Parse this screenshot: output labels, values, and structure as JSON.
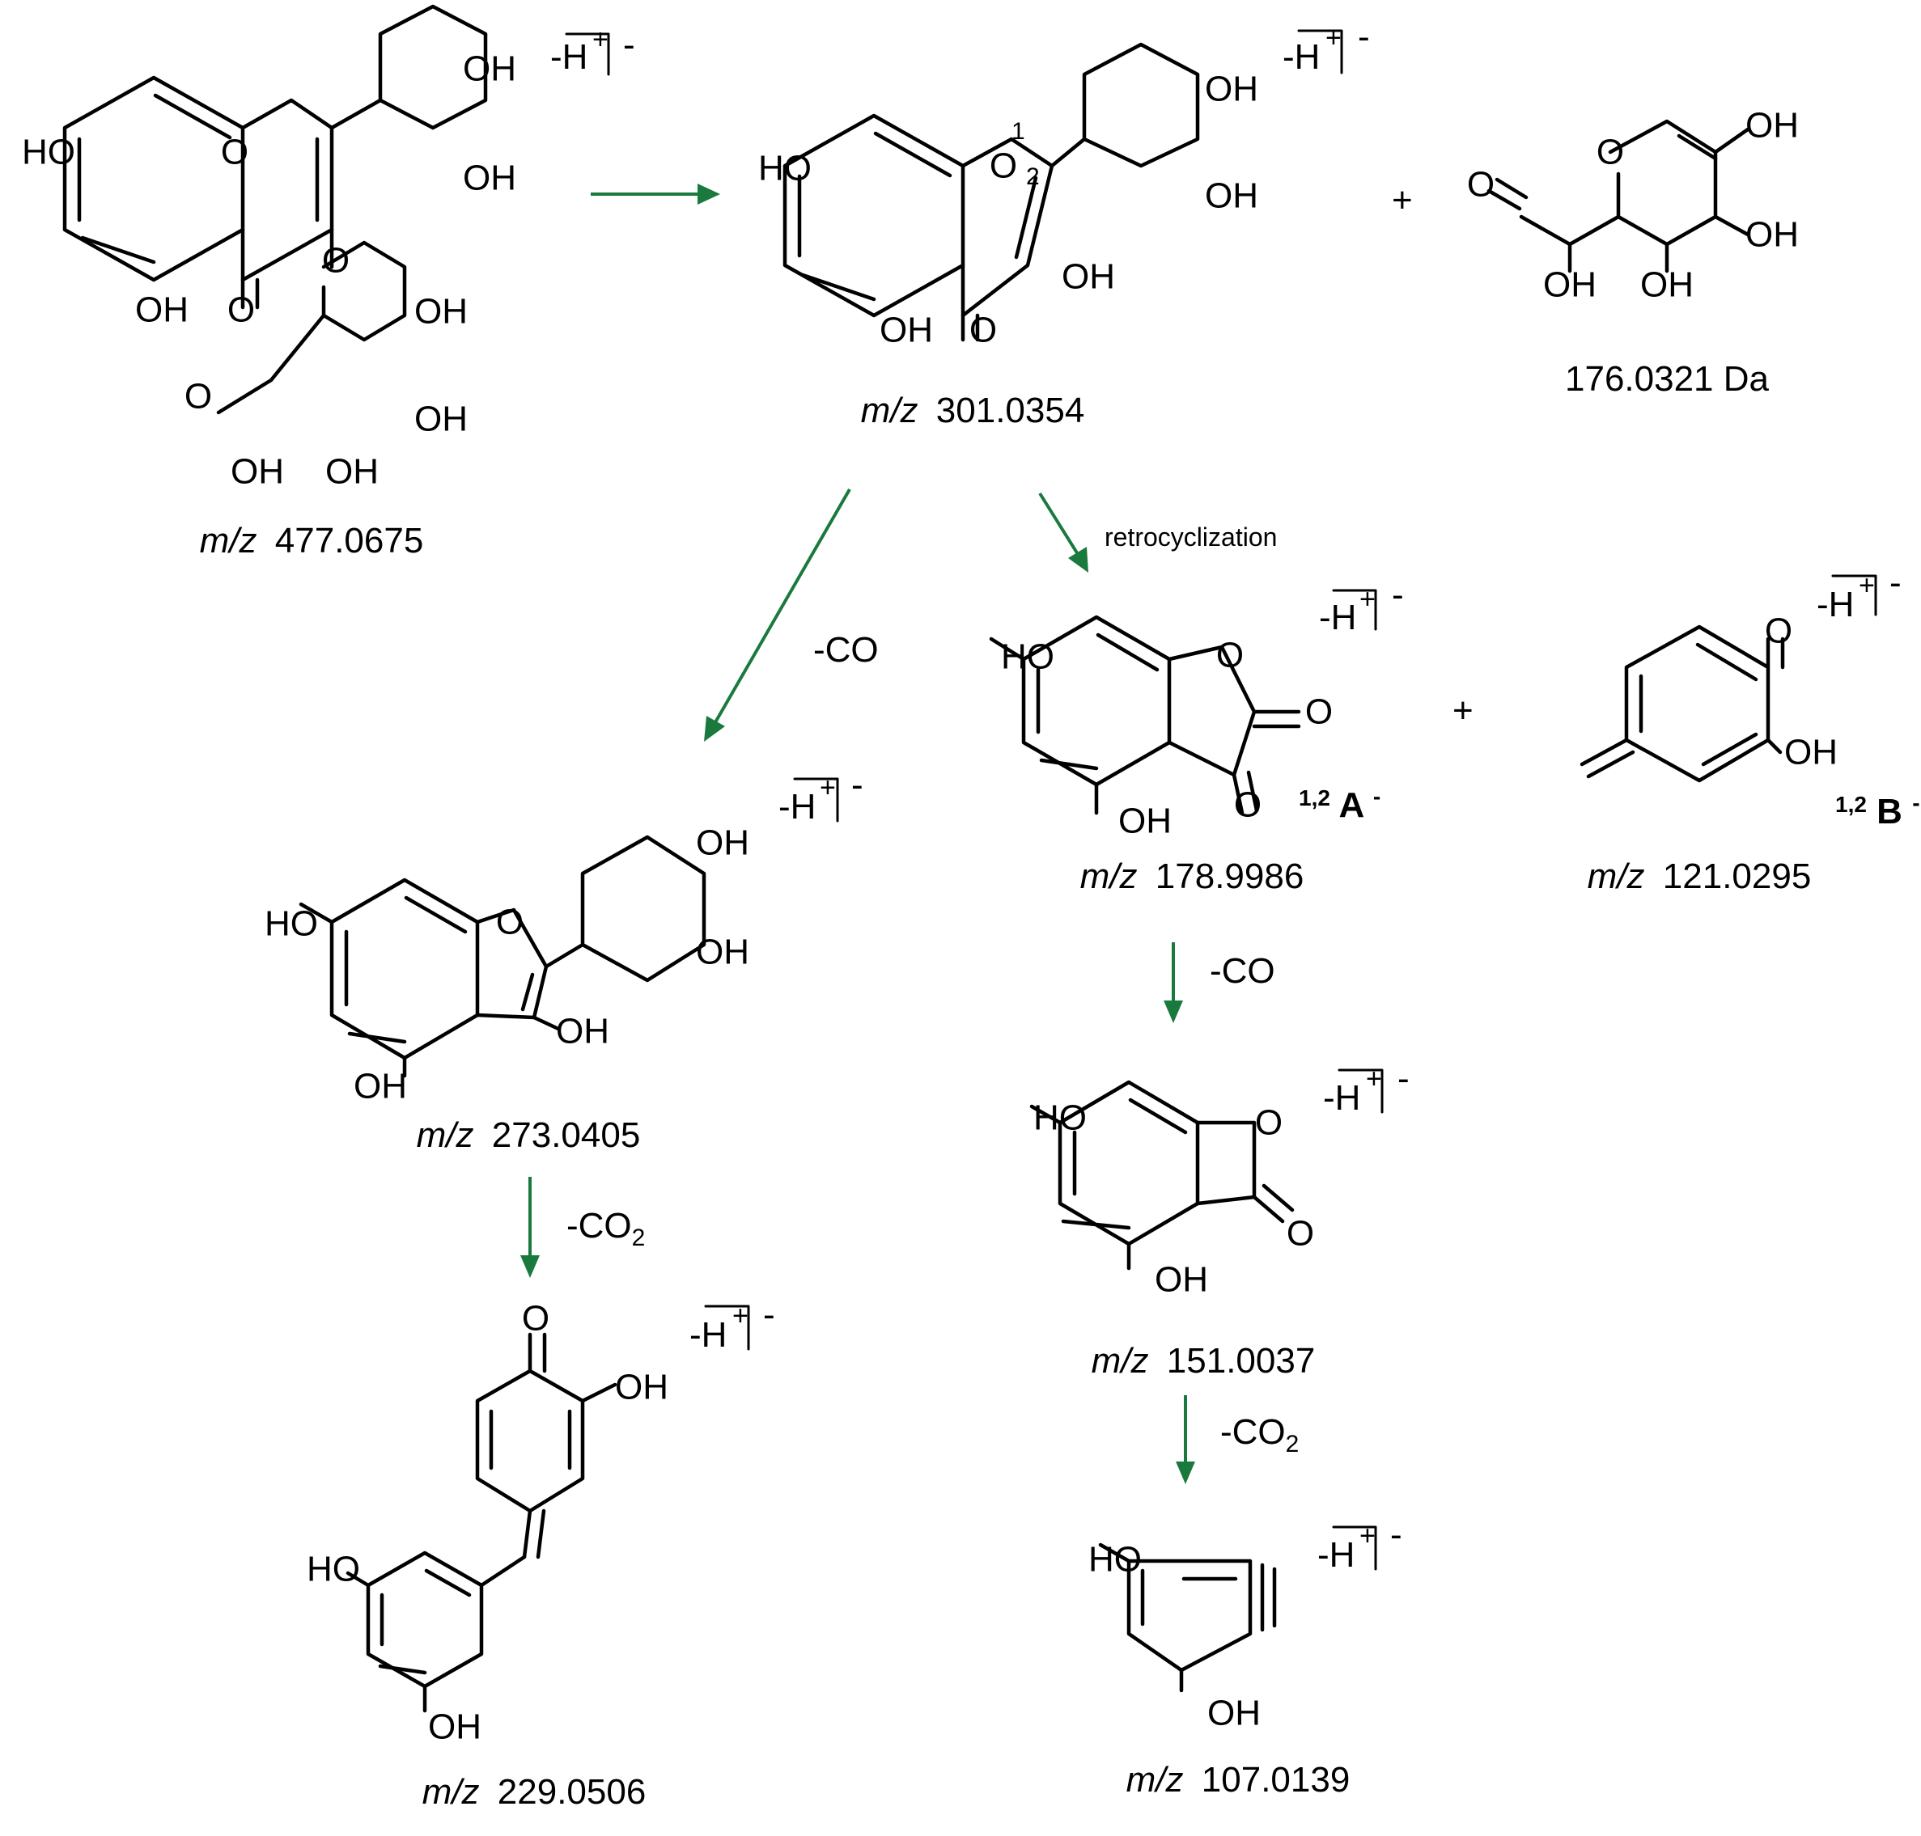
{
  "colors": {
    "arrow": "#1a7a3e",
    "ink": "#000000"
  },
  "atoms": {
    "oh": "OH",
    "ho": "HO",
    "o": "O"
  },
  "charge": {
    "h": "-H",
    "plus": "+",
    "minus": "-"
  },
  "mass_labels": {
    "m477": {
      "prefix": "m/z",
      "value": "477.0675"
    },
    "m301": {
      "prefix": "m/z",
      "value": "301.0354"
    },
    "da176": {
      "value": "176.0321 Da"
    },
    "m273": {
      "prefix": "m/z",
      "value": "273.0405"
    },
    "m179": {
      "prefix": "m/z",
      "value": "178.9986"
    },
    "m121": {
      "prefix": "m/z",
      "value": "121.0295"
    },
    "m229": {
      "prefix": "m/z",
      "value": "229.0506"
    },
    "m151": {
      "prefix": "m/z",
      "value": "151.0037"
    },
    "m107": {
      "prefix": "m/z",
      "value": "107.0139"
    }
  },
  "steps": {
    "retro": "retrocyclization",
    "minus_co": "-CO",
    "minus_co2": "-CO",
    "co2_sub": "2",
    "plus": "+"
  },
  "fragment_labels": {
    "a_sup": "1,2",
    "a_main": "A",
    "b_sup": "1,2",
    "b_main": "B",
    "charge": "-"
  },
  "numbering": {
    "n1": "1",
    "n2": "2"
  }
}
